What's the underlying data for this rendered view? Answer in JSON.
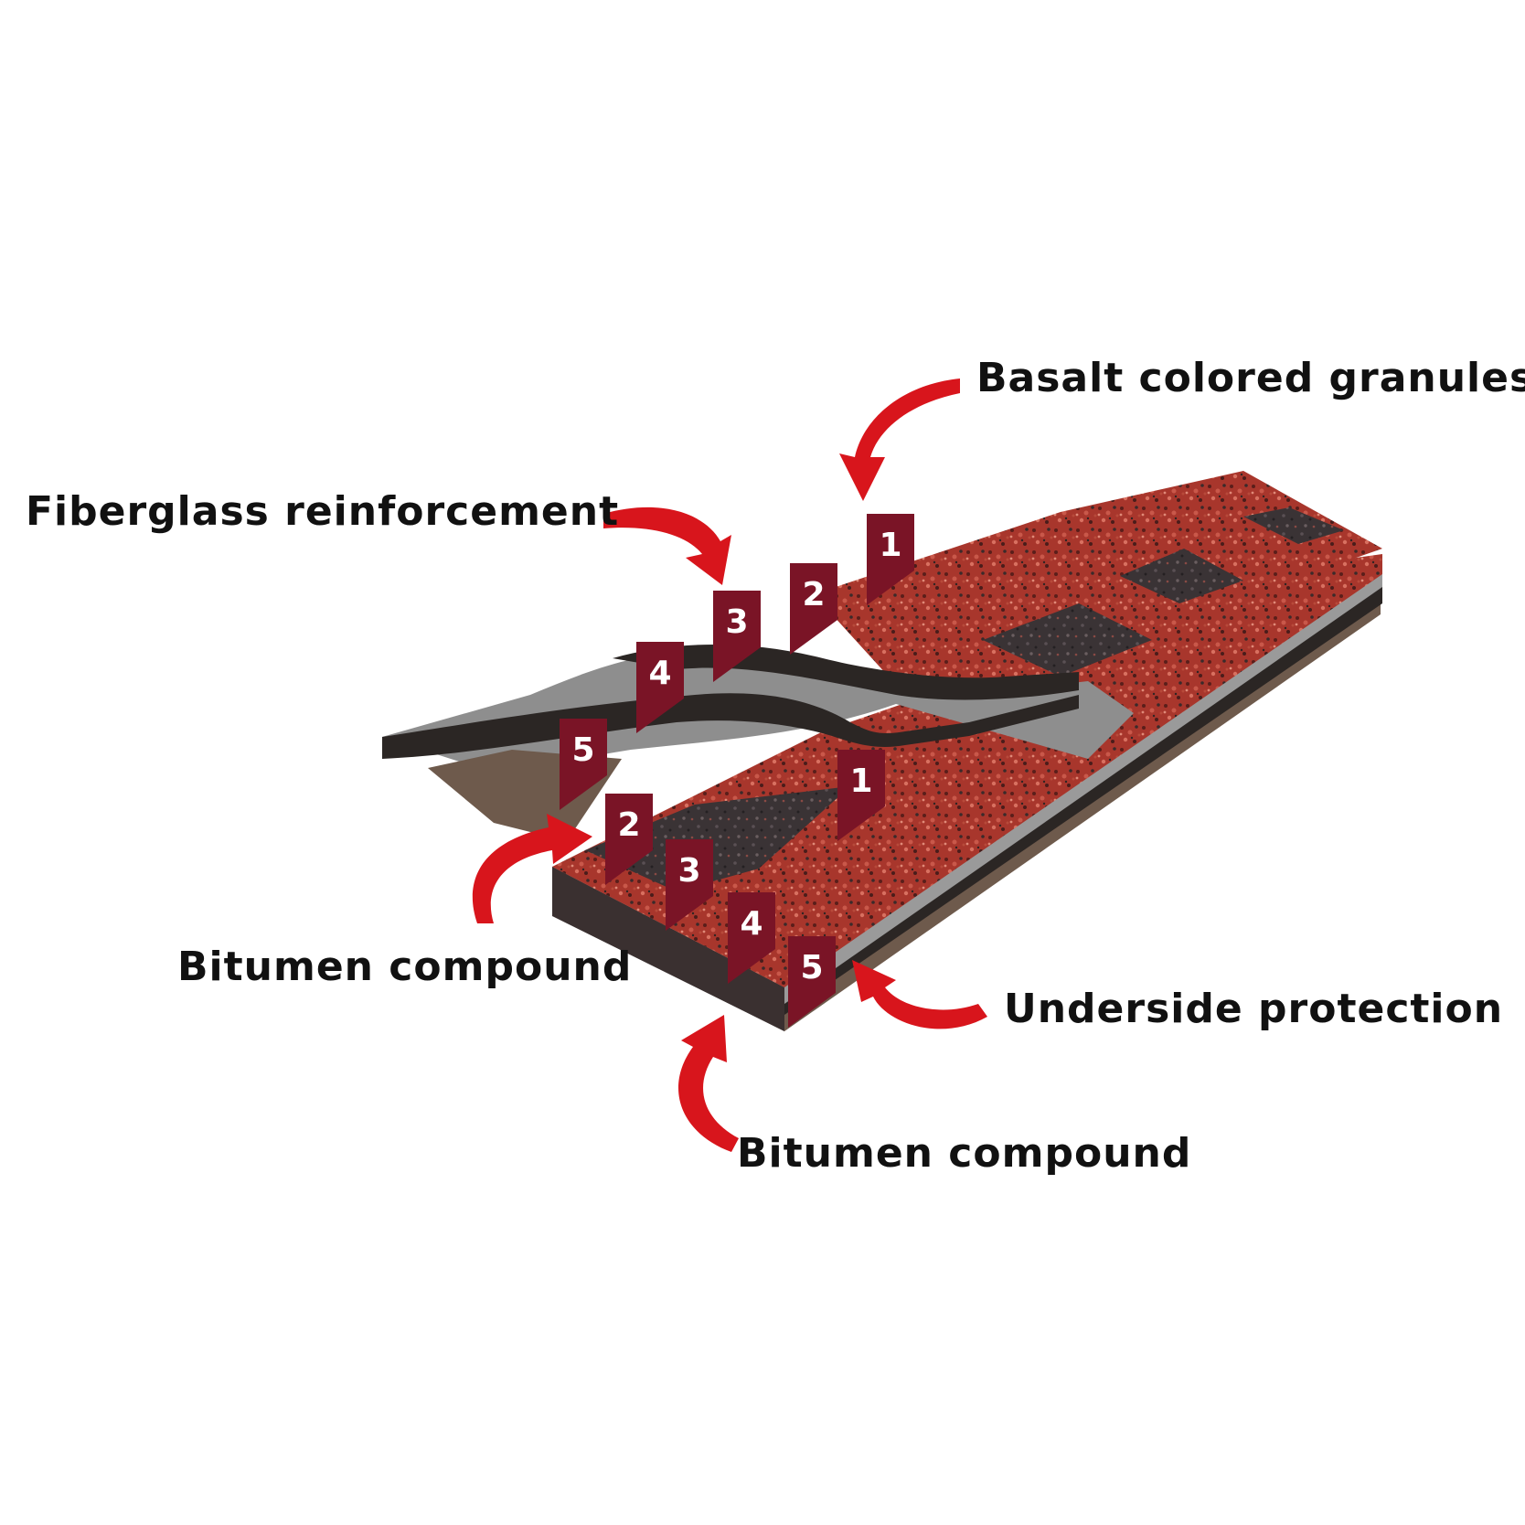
{
  "labels": {
    "basalt": "Basalt colored granules",
    "fiberglass": "Fiberglass reinforcement",
    "bitumen_left": "Bitumen compound",
    "underside": "Underside protection",
    "bitumen_bottom": "Bitumen compound"
  },
  "markers_top": [
    "1",
    "2",
    "3",
    "4",
    "5"
  ],
  "markers_bottom": [
    "1",
    "2",
    "3",
    "4",
    "5"
  ],
  "colors": {
    "granule_red": "#a8362c",
    "granule_dark": "#3a3335",
    "bitumen": "#2b2624",
    "fiberglass": "#8e8e8e",
    "underside": "#6e5a4c",
    "marker": "#7a1426",
    "arrow": "#d8151c",
    "text": "#111111"
  }
}
